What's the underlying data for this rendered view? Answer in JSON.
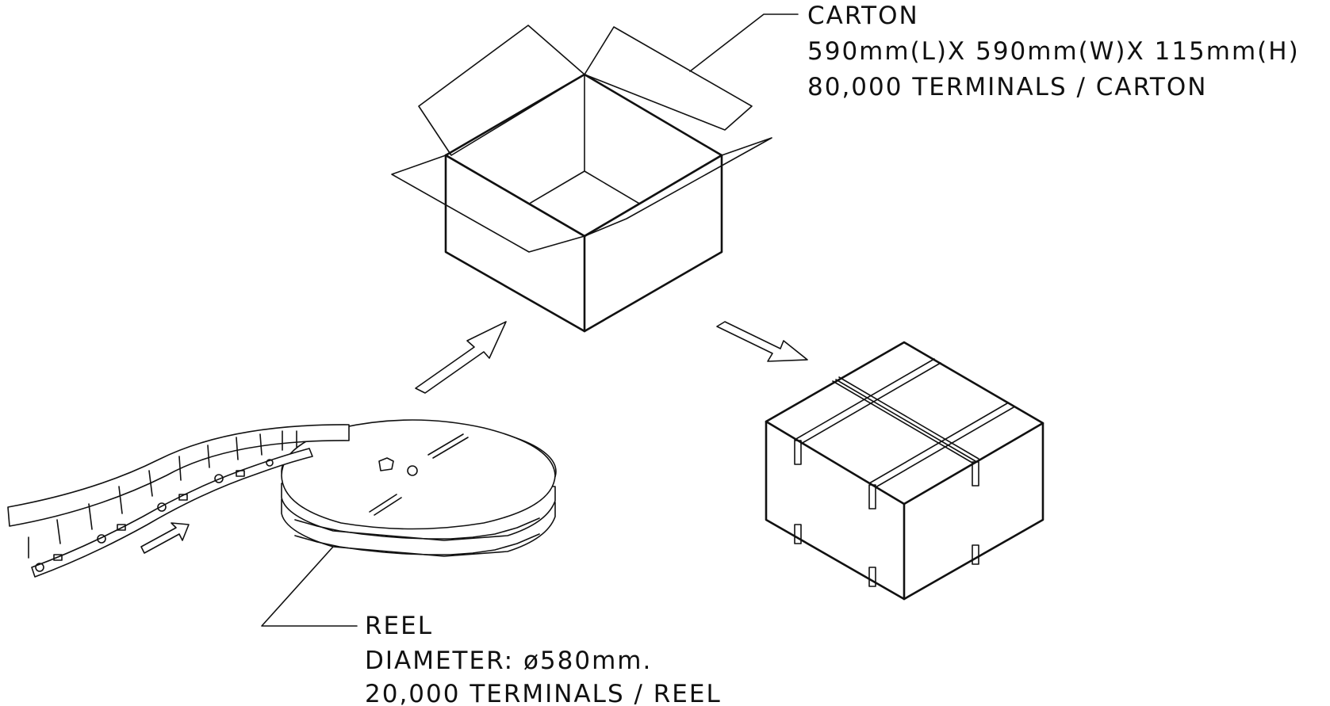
{
  "carton_label": {
    "title": "CARTON",
    "dimensions": "590mm(L)X  590mm(W)X  115mm(H)",
    "capacity": "80,000  TERMINALS  /  CARTON"
  },
  "reel_label": {
    "title": "REEL",
    "diameter": "DIAMETER:  ø580mm.",
    "capacity": "20,000  TERMINALS  /  REEL"
  },
  "colors": {
    "line": "#111111",
    "background": "#ffffff"
  }
}
